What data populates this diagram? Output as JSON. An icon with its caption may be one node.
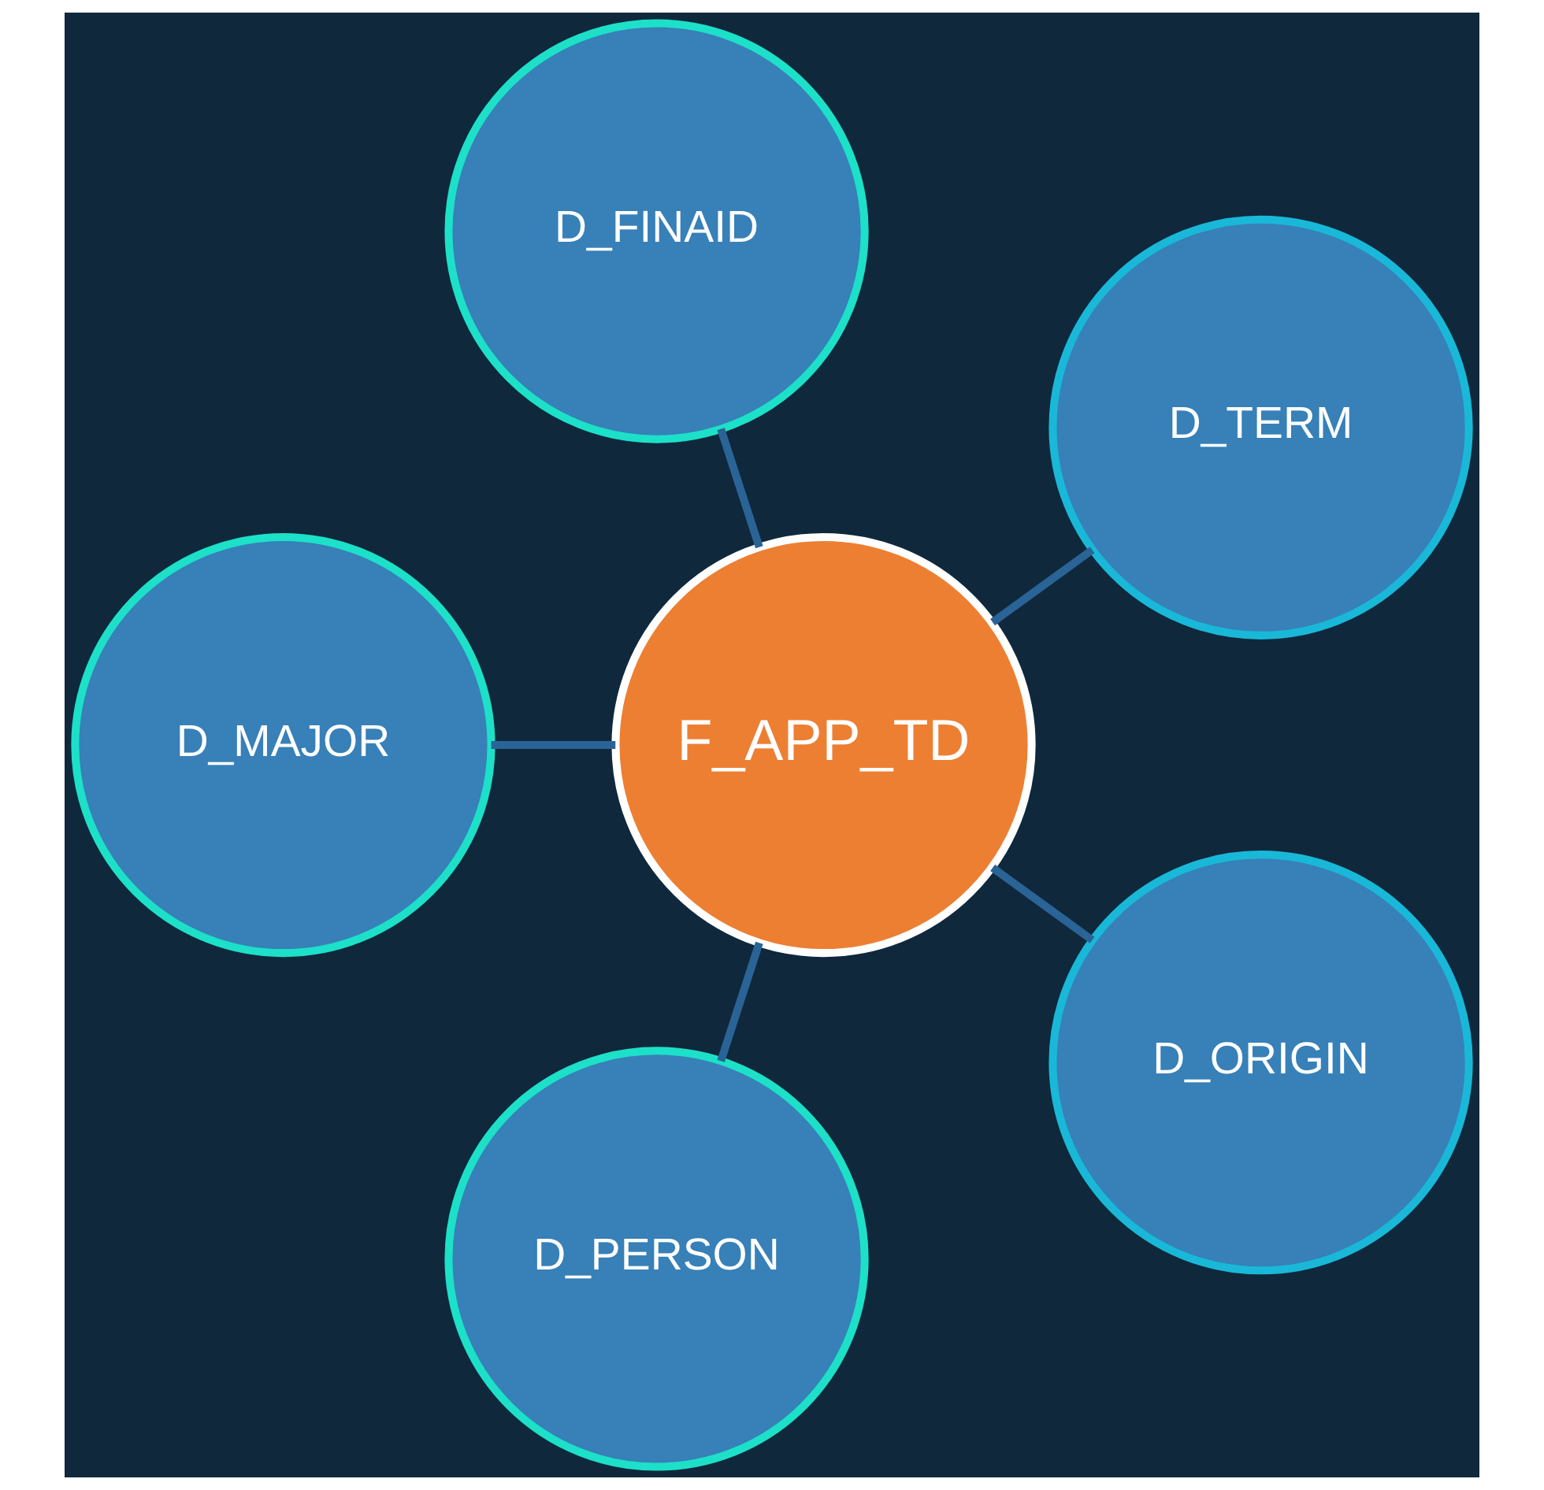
{
  "diagram": {
    "nodes": [
      {
        "text": [
          "D_TERM"
        ]
      },
      {
        "text": [
          "D_FINAID"
        ]
      },
      {
        "text": [
          "D_MAJOR"
        ]
      },
      {
        "text": [
          "F_APP_TD"
        ]
      },
      {
        "text": [
          "D_PERSON"
        ]
      },
      {
        "text": [
          "D_ORIGIN"
        ]
      }
    ],
    "edges": [
      {
        "from": 3,
        "to": 0,
        "arrow": "none"
      },
      {
        "from": 3,
        "to": 1,
        "arrow": "none"
      },
      {
        "from": 3,
        "to": 2,
        "arrow": "none"
      },
      {
        "from": 3,
        "to": 4,
        "arrow": "none"
      },
      {
        "from": 3,
        "to": 5,
        "arrow": "none"
      }
    ]
  }
}
